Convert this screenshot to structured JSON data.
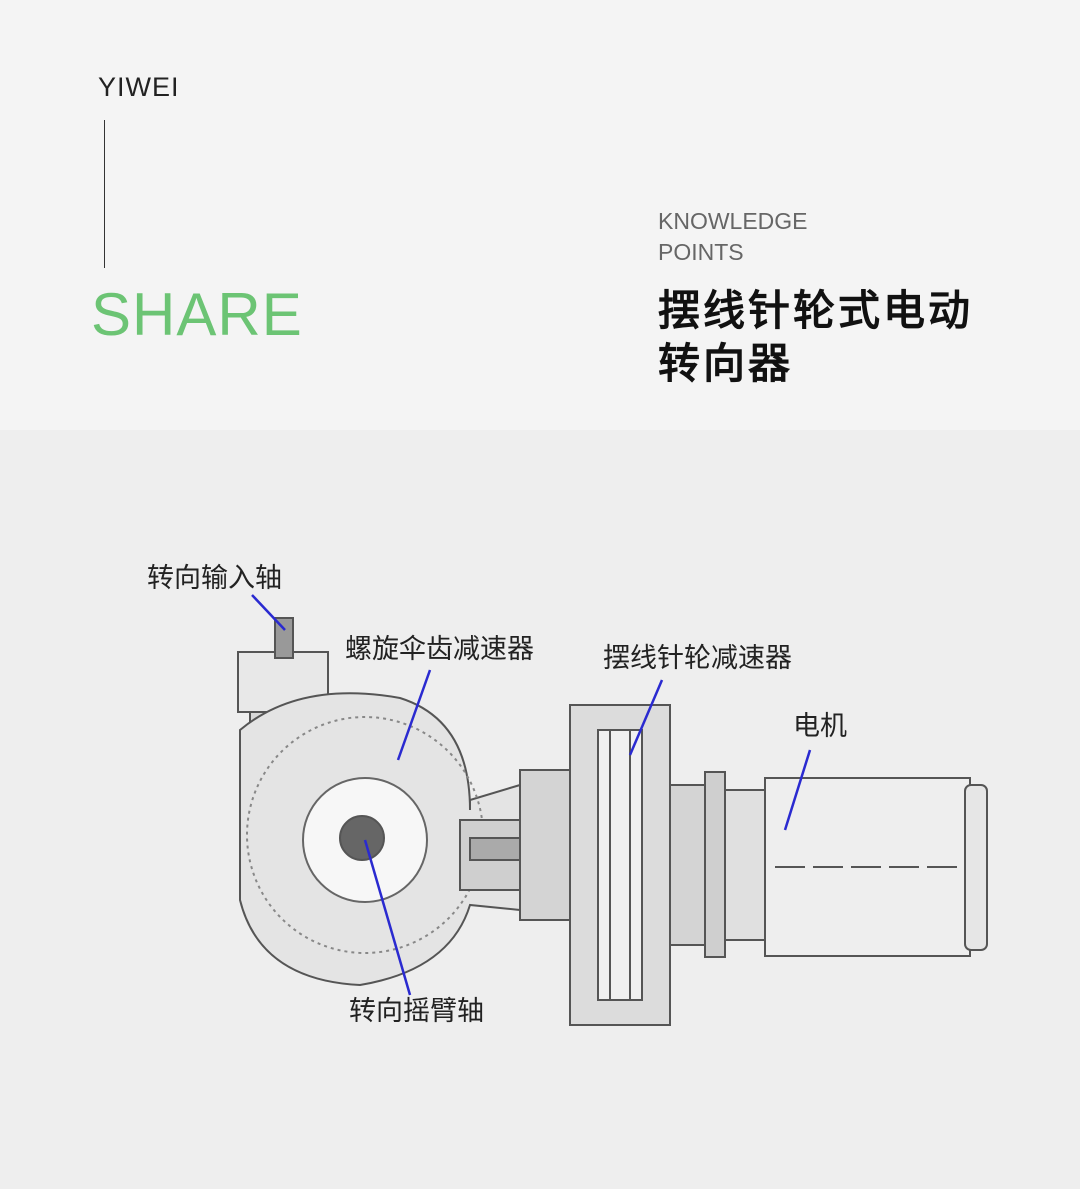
{
  "header": {
    "brand": "YIWEI",
    "section": "SHARE",
    "kicker_line1": "KNOWLEDGE",
    "kicker_line2": "POINTS",
    "title_line1": "摆线针轮式电动",
    "title_line2": "转向器"
  },
  "diagram": {
    "labels": {
      "input_shaft": "转向输入轴",
      "bevel_reducer": "螺旋伞齿减速器",
      "cycloid_reducer": "摆线针轮减速器",
      "motor": "电机",
      "pitman_shaft": "转向摇臂轴"
    },
    "leader_color": "#2a2ad0",
    "accent": "#6cc474"
  }
}
